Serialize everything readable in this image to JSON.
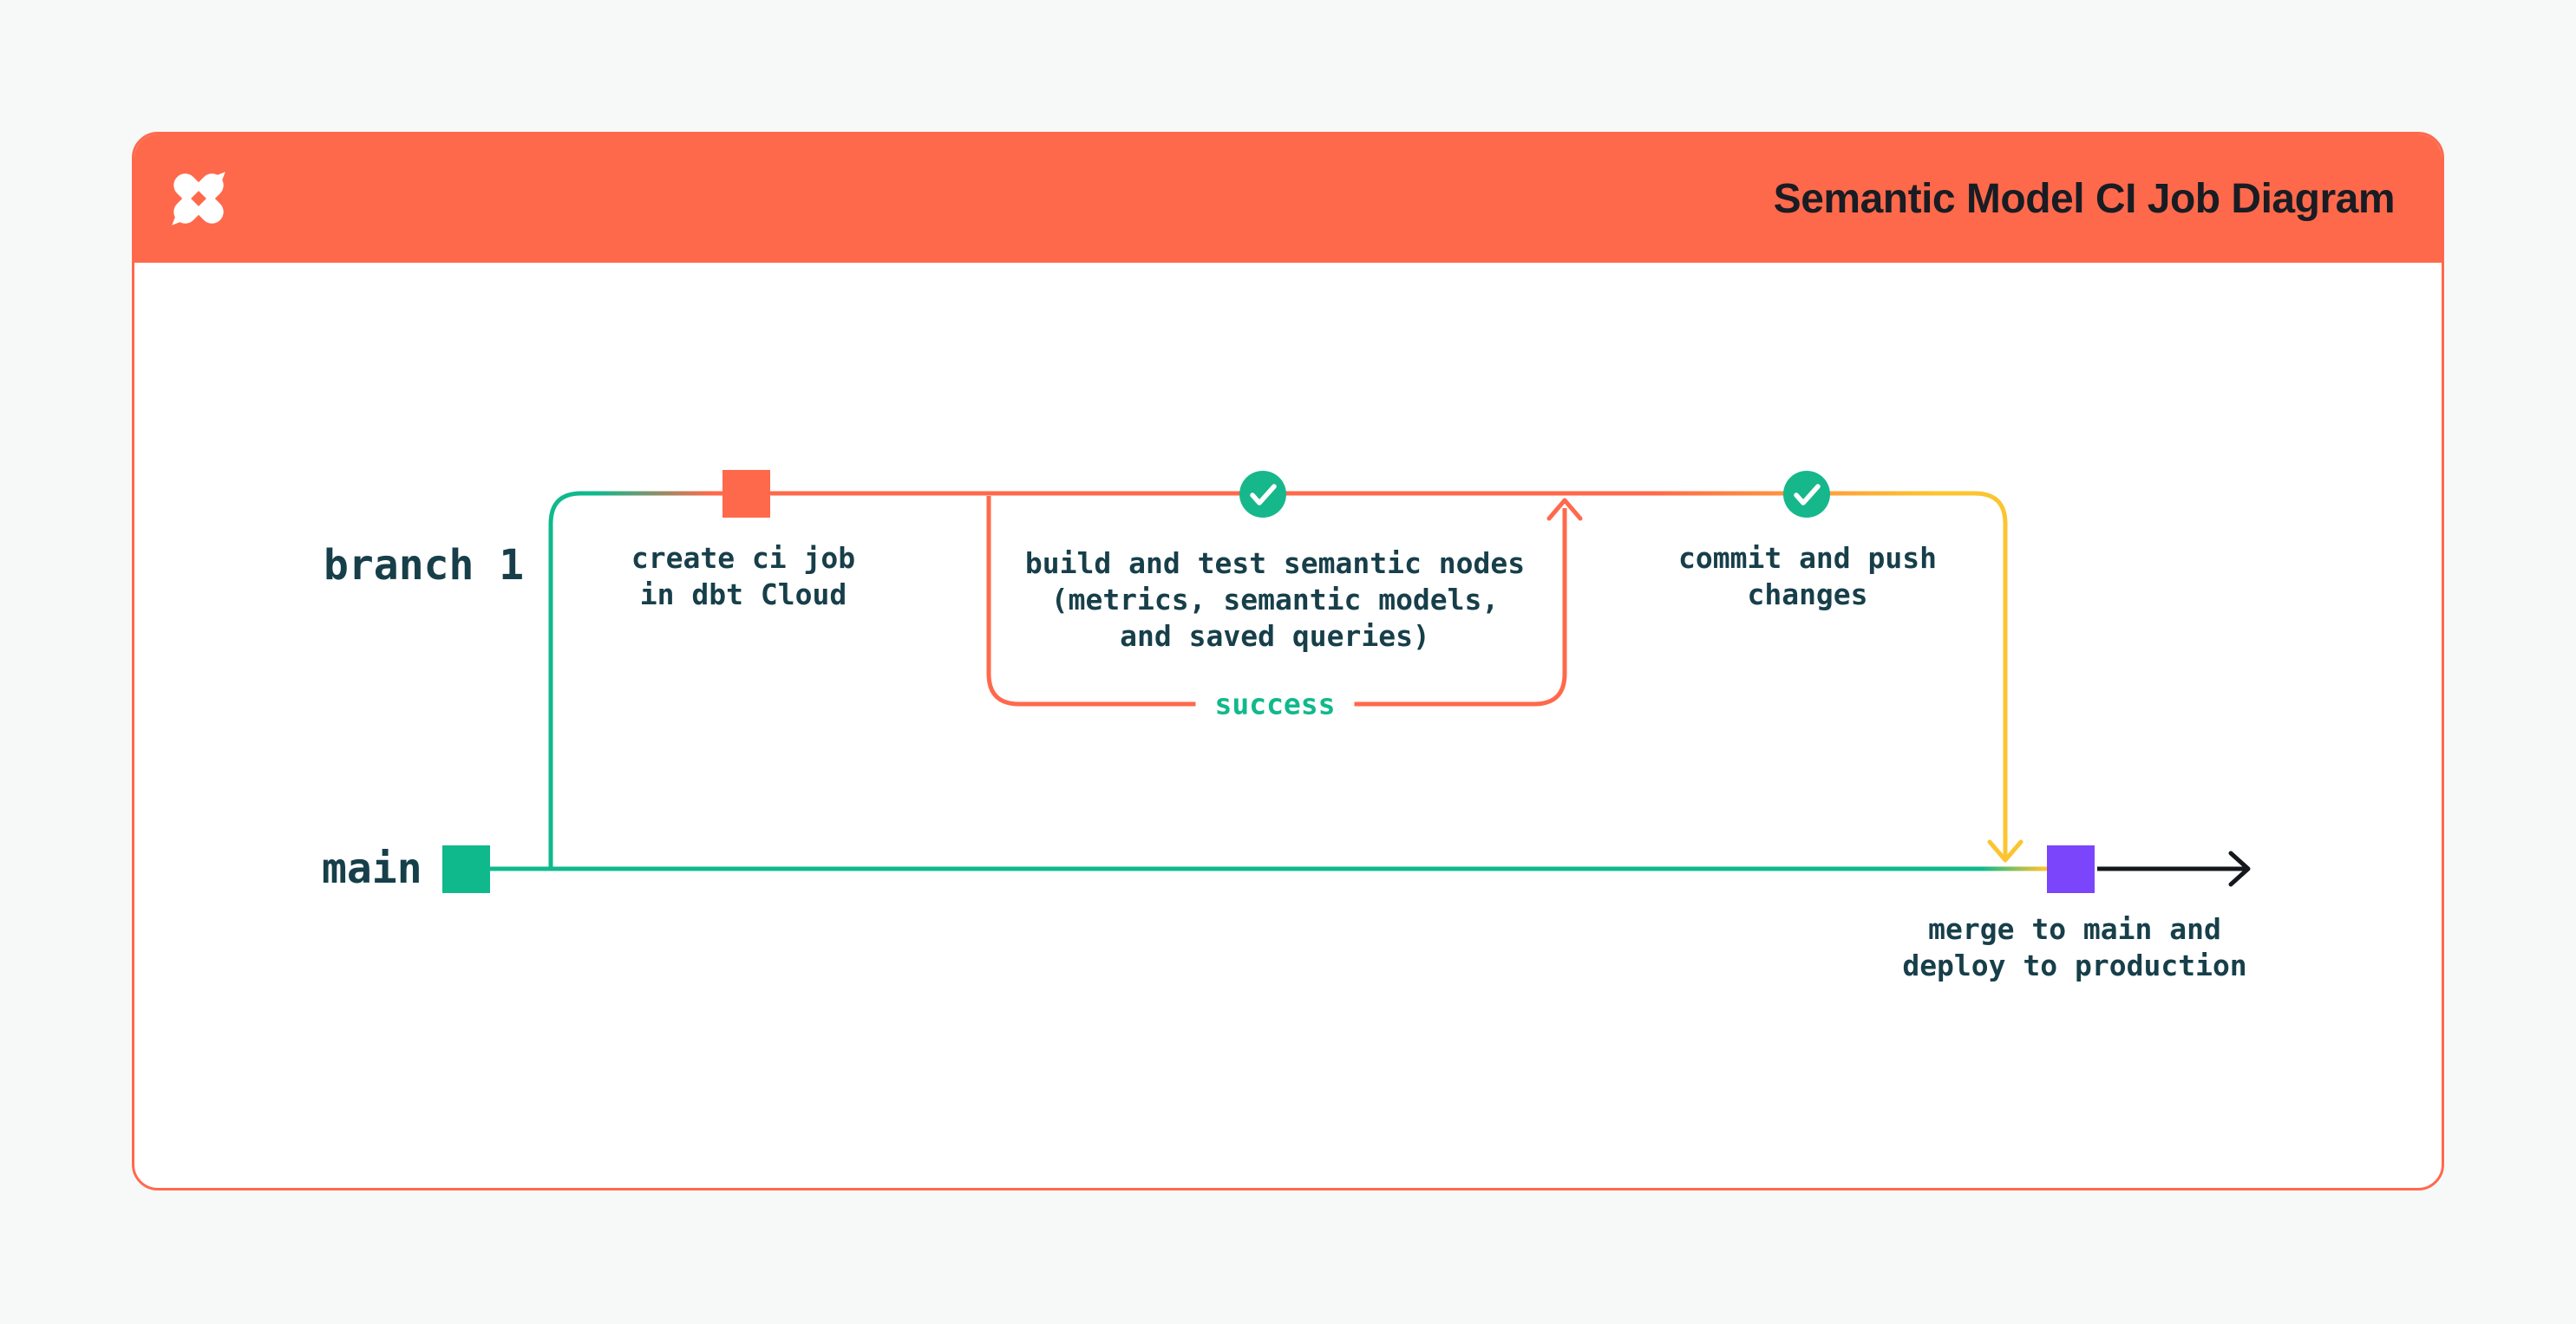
{
  "header": {
    "title": "Semantic Model CI Job Diagram",
    "logo_icon": "dbt-logo"
  },
  "colors": {
    "brand_orange": "#FF694B",
    "green": "#10B98C",
    "check_green": "#17B78C",
    "yellow": "#FCC430",
    "purple": "#7B45FB",
    "dark_text": "#173F4A",
    "arrow_black": "#14181D",
    "card_background": "#FFFFFF",
    "page_background": "#F7F8F8"
  },
  "diagram": {
    "branch1_label": "branch 1",
    "main_label": "main",
    "success_label": "success",
    "nodes": {
      "create_ci": {
        "lines": [
          "create ci job",
          "in dbt Cloud"
        ],
        "marker": "orange-commit-square"
      },
      "build_test": {
        "lines": [
          "build and test semantic nodes",
          "(metrics, semantic models,",
          "and saved queries)"
        ],
        "marker": "success-check-circle"
      },
      "commit_push": {
        "lines": [
          "commit and push",
          "changes"
        ],
        "marker": "success-check-circle"
      },
      "merge_deploy": {
        "lines": [
          "merge to main and",
          "deploy to production"
        ],
        "marker": "purple-merge-square"
      }
    }
  }
}
